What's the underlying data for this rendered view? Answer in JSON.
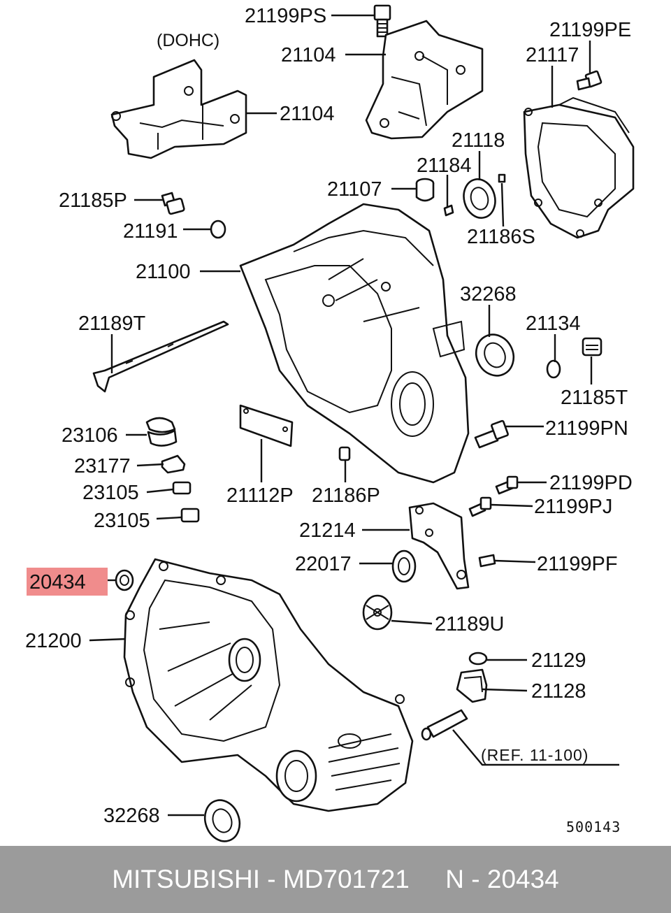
{
  "labels": {
    "dohc": "(DOHC)",
    "p21199PS": "21199PS",
    "p21104a": "21104",
    "p21104b": "21104",
    "p21199PE": "21199PE",
    "p21117": "21117",
    "p21118": "21118",
    "p21184": "21184",
    "p21107": "21107",
    "p21185P": "21185P",
    "p21191": "21191",
    "p21186S": "21186S",
    "p21100": "21100",
    "p32268a": "32268",
    "p21189T": "21189T",
    "p21134": "21134",
    "p21185T": "21185T",
    "p23106": "23106",
    "p21199PN": "21199PN",
    "p23177": "23177",
    "p23105a": "23105",
    "p21112P": "21112P",
    "p21186P": "21186P",
    "p21199PD": "21199PD",
    "p23105b": "23105",
    "p21199PJ": "21199PJ",
    "p21214": "21214",
    "p22017": "22017",
    "p21199PF": "21199PF",
    "p20434": "20434",
    "p21200": "21200",
    "p21189U": "21189U",
    "p21129": "21129",
    "p21128": "21128",
    "ref": "(REF. 11-100)",
    "p32268b": "32268",
    "drawing_no": "500143"
  },
  "highlight": {
    "part": "20434",
    "color": "#f08c8c"
  },
  "footer": {
    "text": "MITSUBISHI - MD701721     N - 20434"
  }
}
